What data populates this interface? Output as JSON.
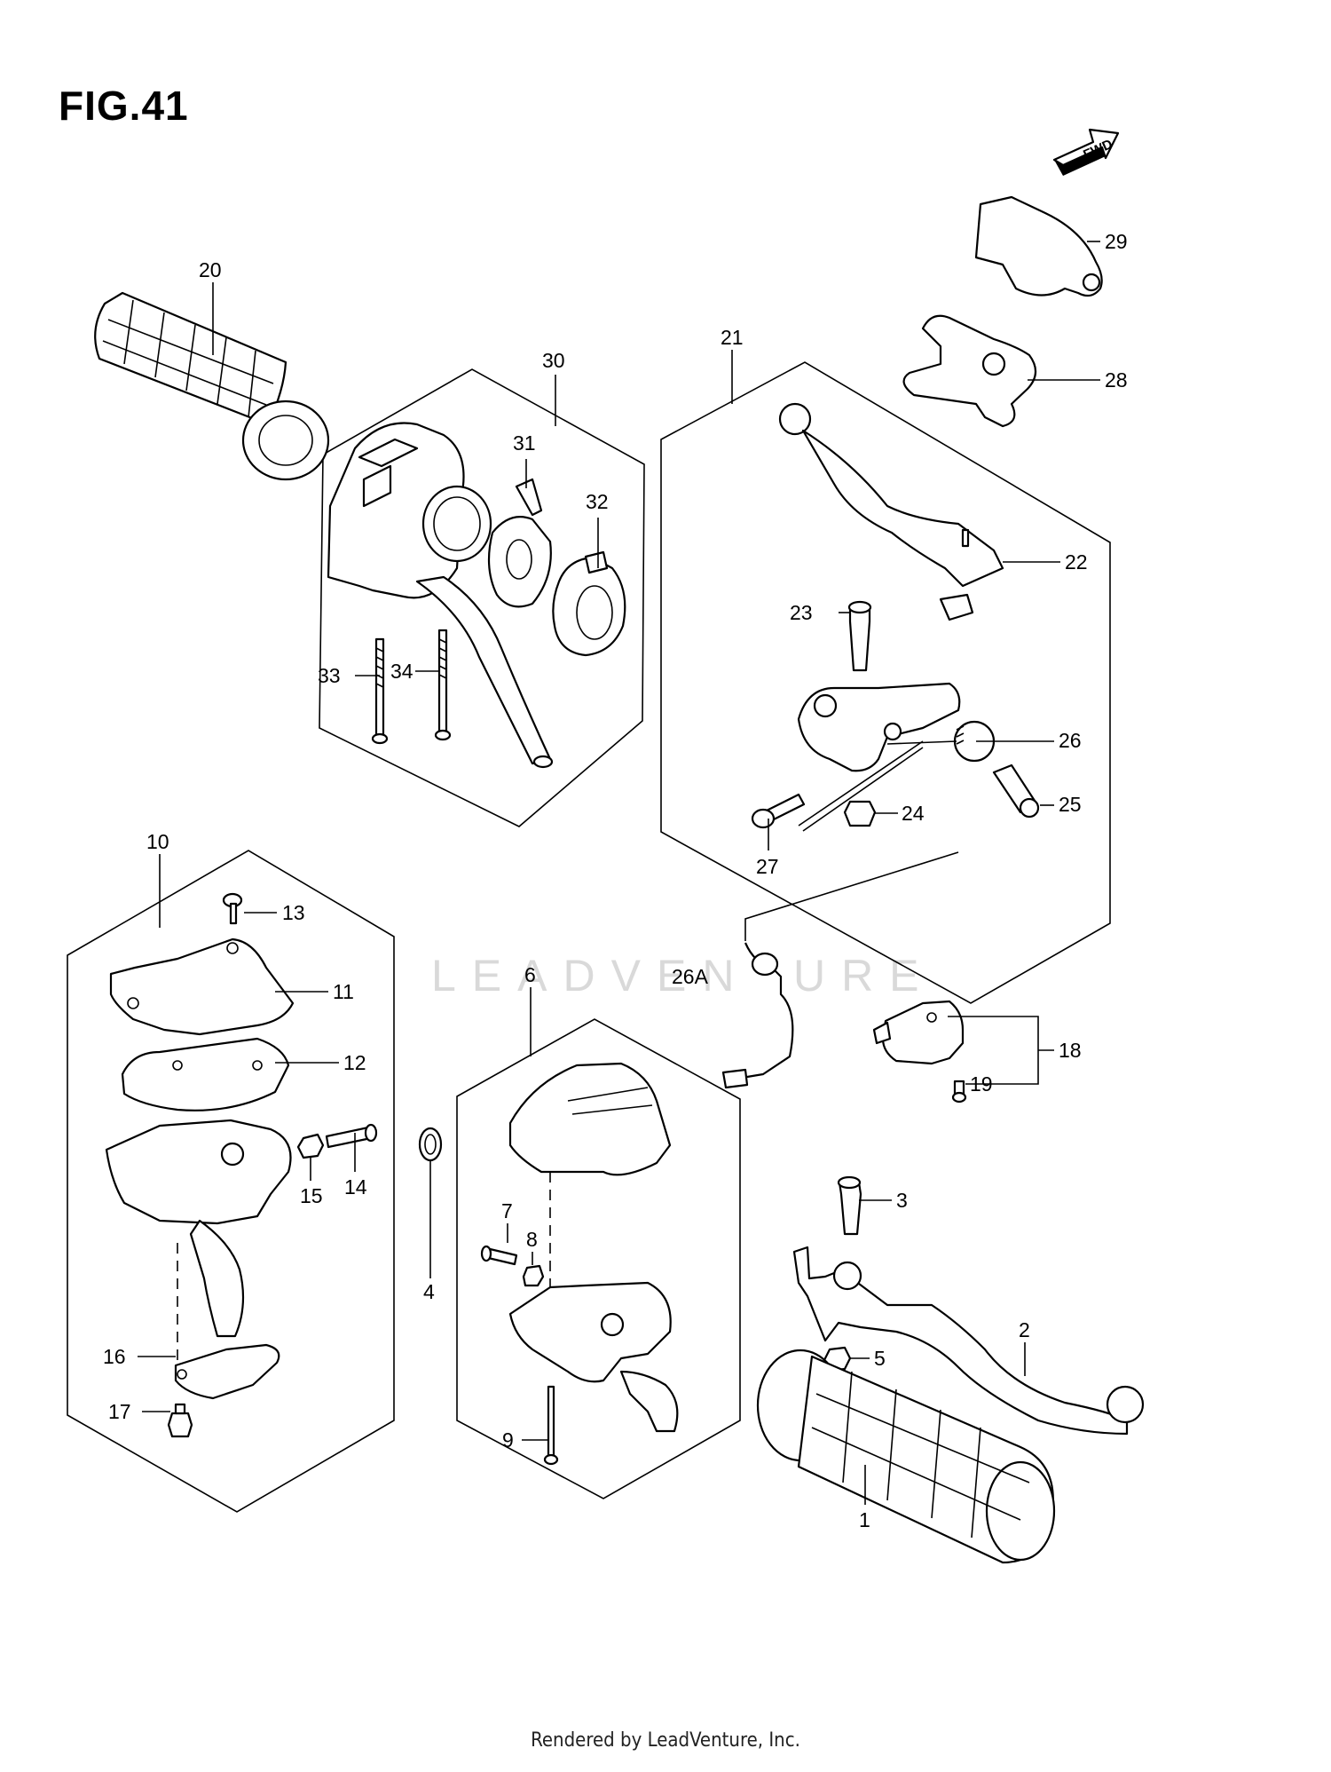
{
  "figure": {
    "title": "FIG.41"
  },
  "fwd_badge": {
    "text": "FWD"
  },
  "watermark": {
    "text": "LEADVENTURE"
  },
  "footer": {
    "text": "Rendered by LeadVenture, Inc."
  },
  "labels": {
    "p1": "1",
    "p2": "2",
    "p3": "3",
    "p4": "4",
    "p5": "5",
    "p6": "6",
    "p7": "7",
    "p8": "8",
    "p9": "9",
    "p10": "10",
    "p11": "11",
    "p12": "12",
    "p13": "13",
    "p14": "14",
    "p15": "15",
    "p16": "16",
    "p17": "17",
    "p18": "18",
    "p19": "19",
    "p20": "20",
    "p21": "21",
    "p22": "22",
    "p23": "23",
    "p24": "24",
    "p25": "25",
    "p26": "26",
    "p26a": "26A",
    "p27": "27",
    "p28": "28",
    "p29": "29",
    "p30": "30",
    "p31": "31",
    "p32": "32",
    "p33": "33",
    "p34": "34"
  }
}
